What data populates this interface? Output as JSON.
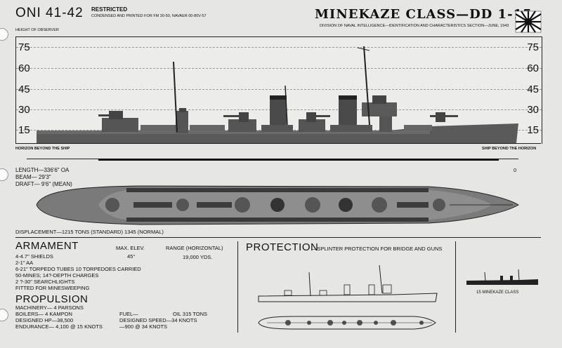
{
  "header": {
    "oni": "ONI 41-42",
    "restricted": "RESTRICTED",
    "condensed": "CONDENSED AND PRINTED FOR FM 30-50, NAVAER 00-80V-57",
    "title": "MINEKAZE CLASS—DD 1-15",
    "division": "DIVISION OF NAVAL INTELLIGENCE—IDENTIFICATION AND CHARACTERISTICS SECTION—JUNE, 1943",
    "height_label": "HEIGHT OF OBSERVER"
  },
  "scale": {
    "ticks": [
      "75",
      "60",
      "45",
      "30",
      "15"
    ]
  },
  "horizon": {
    "left": "HORIZON BEYOND THE SHIP",
    "right": "SHIP BEYOND THE HORIZON",
    "zero": "0"
  },
  "dimensions": {
    "length": "LENGTH—336'6\" OA",
    "beam": "BEAM—      29'3\"",
    "draft": "DRAFT—      9'6\" (MEAN)",
    "displacement": "DISPLACEMENT—1215 TONS (STANDARD) 1345 (NORMAL)"
  },
  "armament": {
    "title": "ARMAMENT",
    "col_elev": "MAX. ELEV.",
    "col_range": "RANGE (HORIZONTAL)",
    "lines": [
      "4-4.7\" SHIELDS",
      "2-1\" AA",
      "6-21\" TORPEDO TUBES  10 TORPEDOES CARRIED",
      "50-MINES; 14?-DEPTH CHARGES",
      "2  ?-30\" SEARCHLIGHTS",
      "FITTED FOR MINESWEEPING"
    ],
    "elev": "45°",
    "range": "19,000 YDS."
  },
  "protection": {
    "title": "PROTECTION",
    "detail": "—SPLINTER PROTECTION FOR BRIDGE AND GUNS"
  },
  "propulsion": {
    "title": "PROPULSION",
    "machinery": "MACHINERY—  4 PARSONS",
    "boilers": "BOILERS—      4 KAMPON",
    "designed_hp": "DESIGNED HP—38,500",
    "endurance": "ENDURANCE— 4,100 @ 15 KNOTS",
    "fuel": "FUEL—",
    "oil": "OIL 315 TONS",
    "designed_speed": "DESIGNED SPEED—34 KNOTS",
    "endurance2": "—900 @ 34 KNOTS"
  },
  "class_count": "15 MINEKAZE CLASS",
  "colors": {
    "ink": "#111111",
    "paper": "#e6e6e4",
    "hull": "#5a5a5a",
    "deck": "#8a8a8a"
  }
}
